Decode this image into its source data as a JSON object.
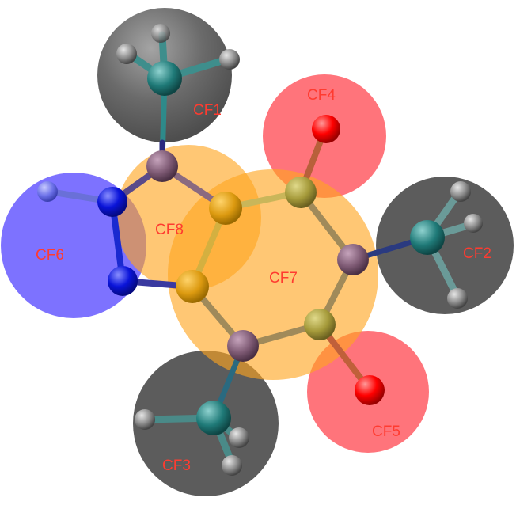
{
  "diagram": {
    "colors": {
      "gray_region": "#2b2b2b",
      "red_region": "#ff1f2a",
      "orange_region": "#ffa41f",
      "blue_region": "#2d1bff",
      "label": "#ff3b30",
      "atom_carbon": "#7e5a74",
      "atom_olive": "#a59a3a",
      "atom_orange": "#dc9a10",
      "atom_teal": "#1f7a78",
      "atom_oxygen": "#ff0000",
      "atom_nitrogen": "#0a14d9",
      "atom_hydrogen": "#8a8a8a"
    },
    "labels": {
      "cf1": "CF1",
      "cf2": "CF2",
      "cf3": "CF3",
      "cf4": "CF4",
      "cf5": "CF5",
      "cf6": "CF6",
      "cf7": "CF7",
      "cf8": "CF8"
    }
  }
}
